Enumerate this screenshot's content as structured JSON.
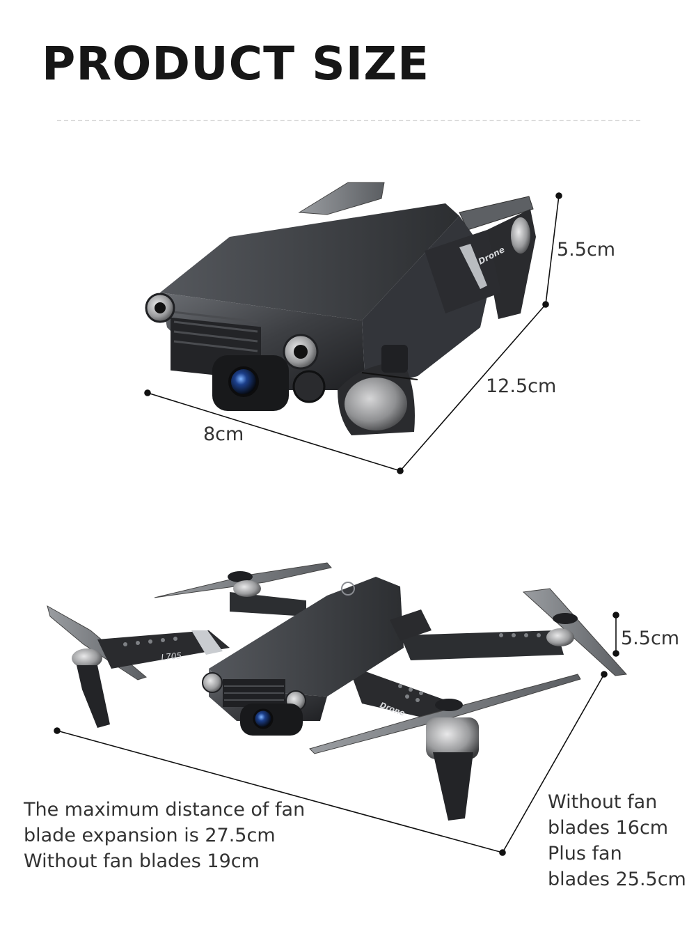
{
  "title": "PRODUCT SIZE",
  "folded": {
    "height_label": "5.5cm",
    "length_label": "12.5cm",
    "width_label": "8cm",
    "drone_body_text": "Drone"
  },
  "unfolded": {
    "height_label": "5.5cm",
    "diagonal_lines": [
      "The maximum distance of fan",
      "blade expansion is 27.5cm",
      "Without fan blades 19cm"
    ],
    "side_lines": [
      "Without fan",
      "blades 16cm",
      "Plus fan",
      "blades 25.5cm"
    ],
    "arm_text": "L705",
    "drone_body_text": "Drone"
  },
  "colors": {
    "title": "#161616",
    "text": "#333333",
    "divider": "#dcdcdc",
    "drone_dark": "#2a2b2e",
    "drone_mid": "#4a4c50",
    "drone_light": "#8a8d92"
  }
}
